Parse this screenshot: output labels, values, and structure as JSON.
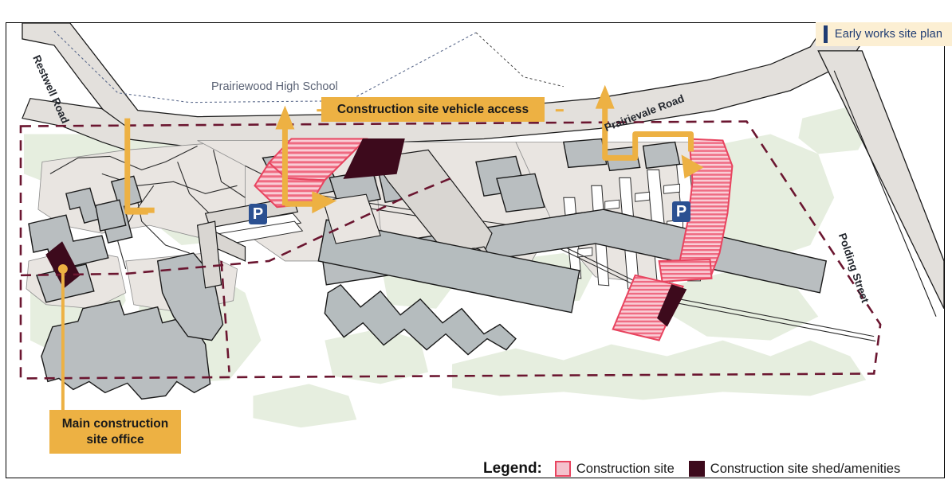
{
  "document": {
    "type": "map",
    "title": "Early works site plan"
  },
  "title_chip": {
    "label": "Early works site plan",
    "accent_color": "#1f3c73",
    "background_color": "#fcefd3"
  },
  "callouts": [
    {
      "id": "construction-site-vehicle-access",
      "label": "Construction site vehicle access",
      "background_color": "#edb143",
      "text_color": "#1a1a1a"
    },
    {
      "id": "main-construction-site-office",
      "label": "Main construction\nsite office",
      "line1": "Main construction",
      "line2": "site office",
      "background_color": "#edb143",
      "text_color": "#1a1a1a"
    }
  ],
  "legend": {
    "title": "Legend:",
    "items": [
      {
        "label": "Construction site",
        "fill": "#f4c2cd",
        "stroke": "#e8445f",
        "pattern": "horizontal-hatch"
      },
      {
        "label": "Construction site shed/amenities",
        "fill": "#3d0a1c",
        "stroke": "#3d0a1c",
        "pattern": "solid"
      }
    ]
  },
  "map_labels": {
    "place": "Prairiewood High School",
    "roads": [
      {
        "name": "Restwell Road"
      },
      {
        "name": "Prairievale Road"
      },
      {
        "name": "Polding Street"
      }
    ]
  },
  "icons": {
    "parking": [
      {
        "name": "parking-icon-west",
        "label": "P"
      },
      {
        "name": "parking-icon-east",
        "label": "P"
      }
    ]
  },
  "colors": {
    "road_fill": "#e3e0dc",
    "road_stroke": "#1a1a1a",
    "building_fill": "#b9bec0",
    "building_stroke": "#1a1a1a",
    "paving_fill": "#e9e5e1",
    "vegetation_fill": "#e6eedf",
    "site_boundary": "#6b1630",
    "construction_site_fill": "#f4c2cd",
    "construction_site_hatch": "#e8445f",
    "shed_fill": "#3d0a1c",
    "access_arrow": "#edb143",
    "callout_bg": "#edb143",
    "chip_bg": "#fcefd3",
    "chip_accent": "#1f3c73",
    "parking_badge": "#2b5091"
  }
}
